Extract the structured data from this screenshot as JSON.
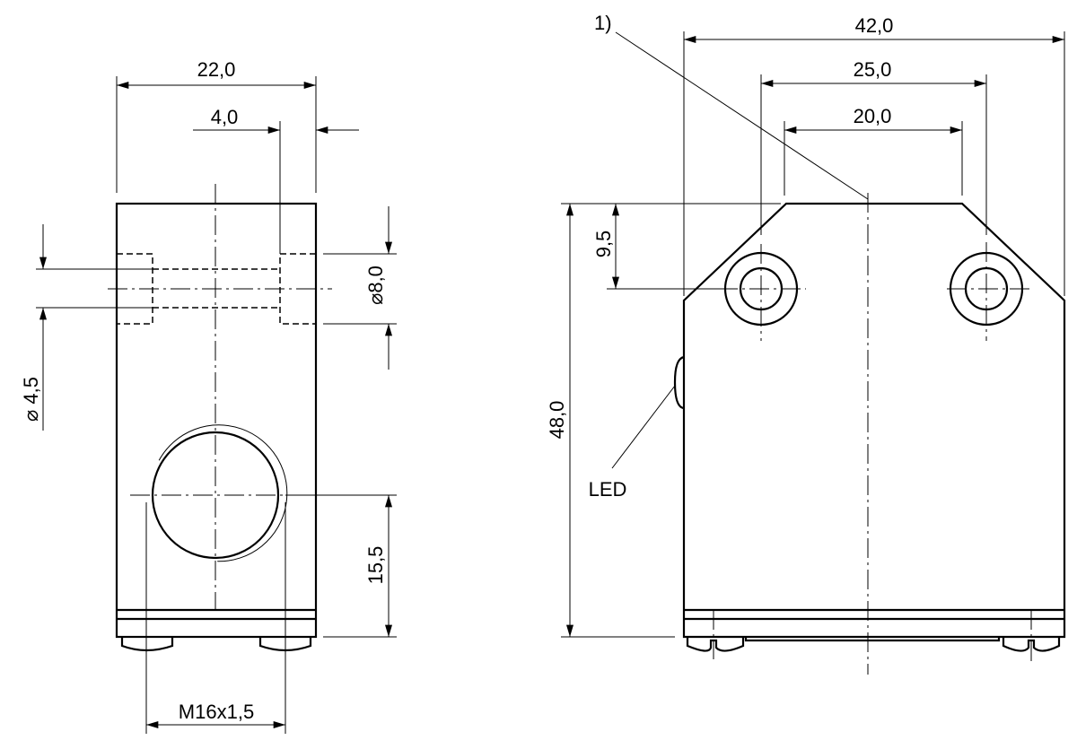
{
  "left_view": {
    "dim_width": "22,0",
    "dim_offset": "4,0",
    "dim_bore_large": "8,0",
    "dim_bore_small": "4,5",
    "dim_thread_height": "15,5",
    "dim_thread": "M16x1,5",
    "diameter_symbol": "⌀"
  },
  "right_view": {
    "dim_width": "42,0",
    "dim_hole_spacing_outer": "25,0",
    "dim_hole_spacing_inner": "20,0",
    "dim_hole_height": "9,5",
    "dim_height": "48,0",
    "note_marker": "1)",
    "led_label": "LED"
  }
}
